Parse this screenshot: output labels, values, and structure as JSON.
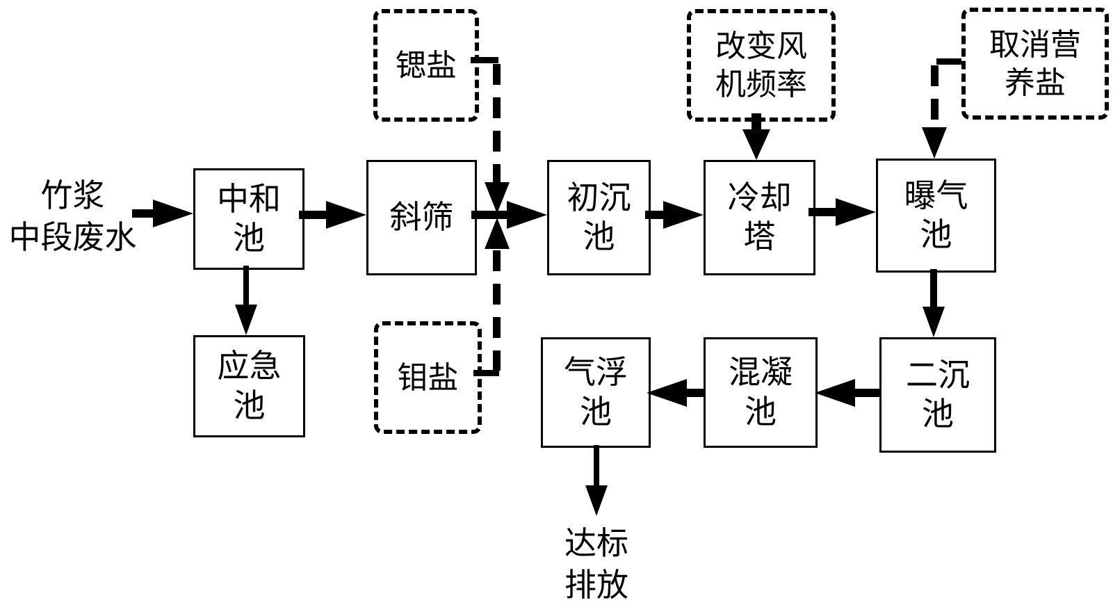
{
  "diagram": {
    "title_semantic": "bamboo pulp mid-stage wastewater treatment process flowchart",
    "source_label": "竹浆\n中段废水",
    "discharge_label": "达标\n排放",
    "nodes": {
      "neutralization": "中和\n池",
      "inclined_screen": "斜筛",
      "primary_sedimentation": "初沉\n池",
      "cooling_tower": "冷却\n塔",
      "aeration": "曝气\n池",
      "emergency": "应急\n池",
      "air_flotation": "气浮\n池",
      "coagulation": "混凝\n池",
      "secondary_sedimentation": "二沉\n池"
    },
    "dashed_nodes": {
      "strontium_salt": "锶盐",
      "molybdenum_salt": "钼盐",
      "change_fan_frequency": "改变风\n机频率",
      "cancel_nutrient_salt": "取消营\n养盐"
    },
    "colors": {
      "line": "#000000",
      "background": "#ffffff"
    }
  }
}
